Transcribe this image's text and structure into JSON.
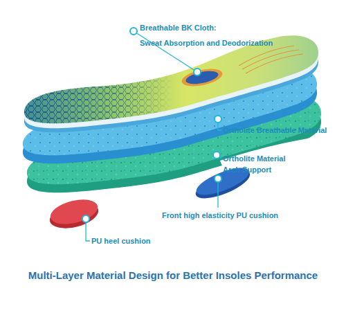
{
  "diagram": {
    "caption": "Multi-Layer Material Design for Better Insoles Performance",
    "labels": [
      "Breathable BK Cloth:",
      "Sweat Absorption and Deodorization",
      "Ortholite Breathable Material",
      "Ortholite Material Arch Support",
      "Front high elasticity PU cushion",
      "PU heel cushion"
    ]
  }
}
